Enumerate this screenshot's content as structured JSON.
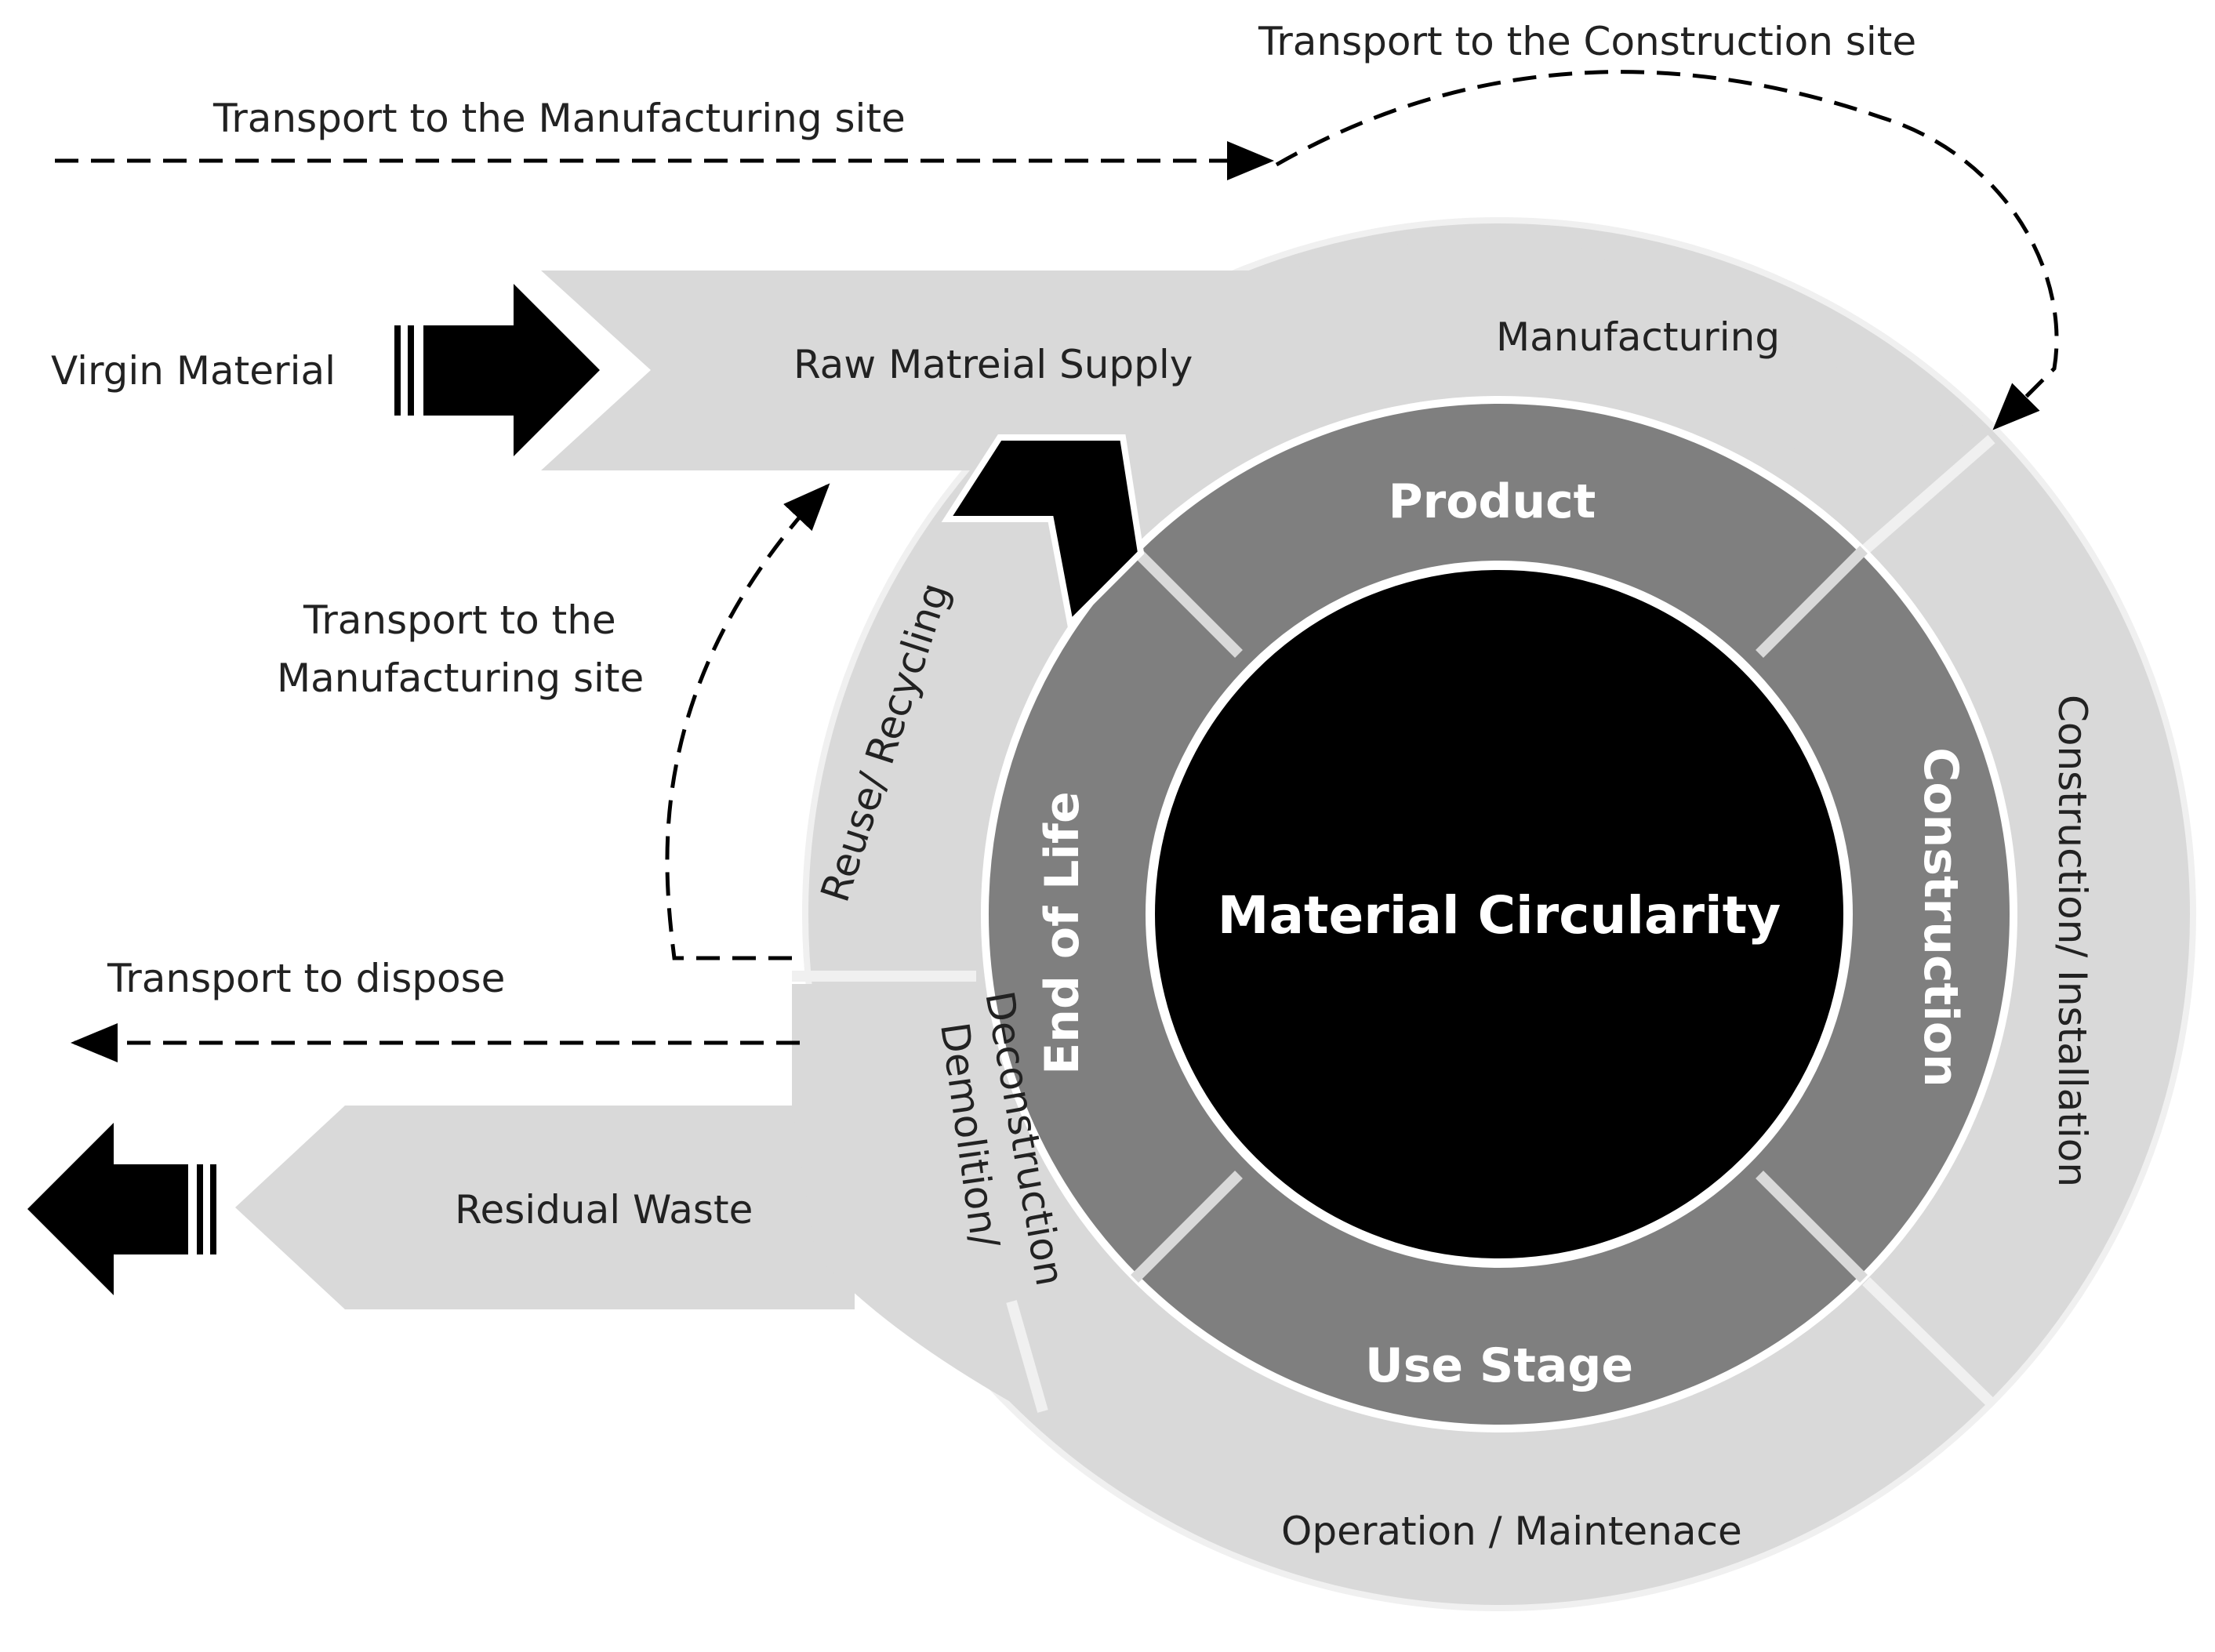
{
  "center": {
    "label": "Material Circularity"
  },
  "inner_ring": {
    "product": "Product",
    "construction": "Construction",
    "use_stage": "Use Stage",
    "end_of_life": "End of Life"
  },
  "outer_ring": {
    "manufacturing": "Manufacturing",
    "construction_installation": "Construction/ Installation",
    "operation_maintenance": "Operation / Maintenace",
    "reuse_recycling": "Reuse/ Recycling",
    "demolition_line1": "Demolition/",
    "demolition_line2": "Deconstruction"
  },
  "flows": {
    "virgin_material": "Virgin Material",
    "raw_material_supply": "Raw Matreial Supply",
    "residual_waste": "Residual Waste"
  },
  "transport": {
    "to_manufacturing_top": "Transport to the Manufacturing site",
    "to_construction": "Transport to the Construction site",
    "to_manufacturing_line1": "Transport to the",
    "to_manufacturing_line2": "Manufacturing site",
    "to_dispose": "Transport to dispose"
  },
  "colors": {
    "light_grey": "#d9d9d9",
    "dark_grey": "#7f7f7f",
    "black": "#000000",
    "white": "#ffffff"
  }
}
